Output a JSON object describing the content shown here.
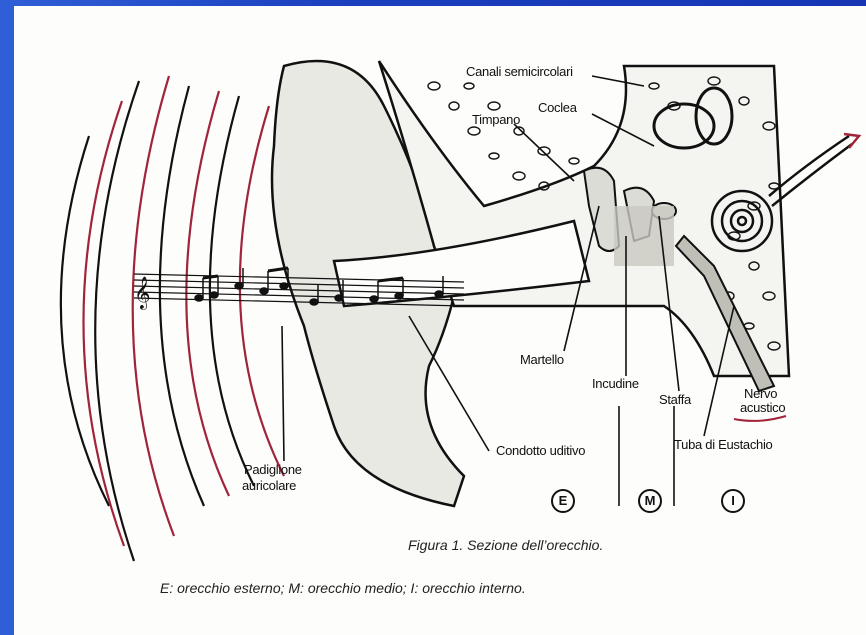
{
  "labels": {
    "canali": "Canali semicircolari",
    "coclea": "Coclea",
    "timpano": "Timpano",
    "martello": "Martello",
    "incudine": "Incudine",
    "staffa": "Staffa",
    "nervo": "Nervo",
    "acustico": "acustico",
    "tuba": "Tuba di Eustachio",
    "condotto": "Condotto uditivo",
    "padiglione_1": "Padiglione",
    "padiglione_2": "auricolare"
  },
  "zones": {
    "e": "E",
    "m": "M",
    "i": "I"
  },
  "caption": {
    "figure": "Figura 1. Sezione dell’orecchio.",
    "legend": "E: orecchio esterno; M: orecchio medio; I: orecchio interno."
  },
  "colors": {
    "background": "#1b3fbf",
    "sheet": "#fdfdfc",
    "ink": "#111111",
    "sound_wave": "#a0243a"
  }
}
